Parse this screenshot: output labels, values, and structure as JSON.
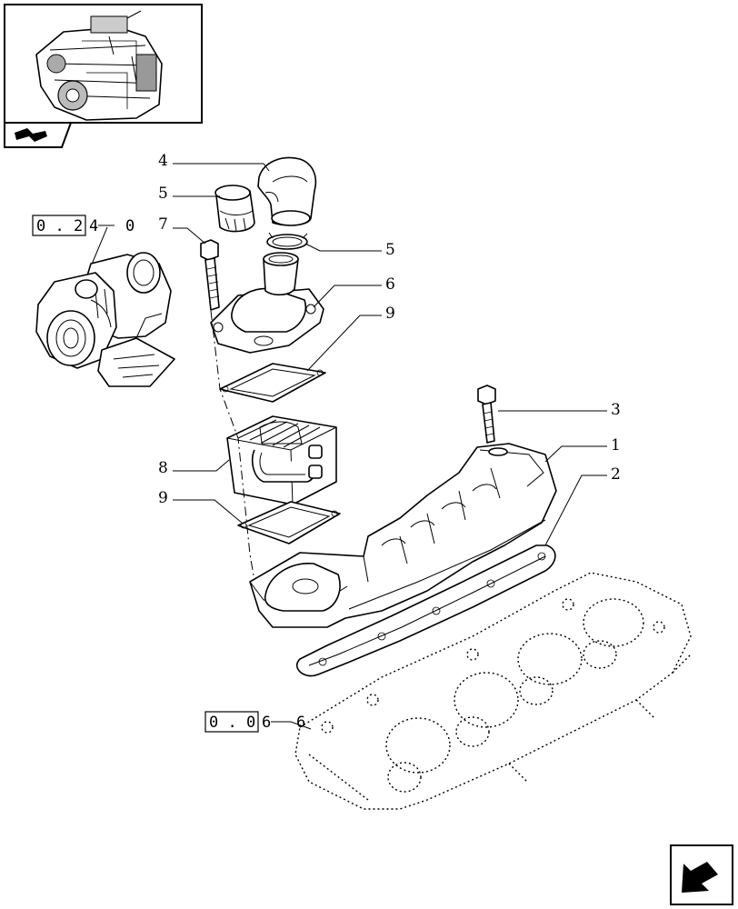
{
  "thumbnail": {
    "icon": "engine-thumbnail-icon",
    "nav_icon": "parts-book-tab-icon"
  },
  "references": [
    {
      "id": "ref-turbo",
      "boxed": "0 . 2",
      "suffix": "4",
      "tail": "0"
    },
    {
      "id": "ref-head",
      "boxed": "0 . 0",
      "suffix": "6",
      "tail": "6"
    }
  ],
  "callouts": {
    "c1": "1",
    "c2": "2",
    "c3": "3",
    "c4": "4",
    "c5a": "5",
    "c5b": "5",
    "c6": "6",
    "c7": "7",
    "c8": "8",
    "c9a": "9",
    "c9b": "9"
  },
  "next_page_icon": "next-page-arrow-icon"
}
